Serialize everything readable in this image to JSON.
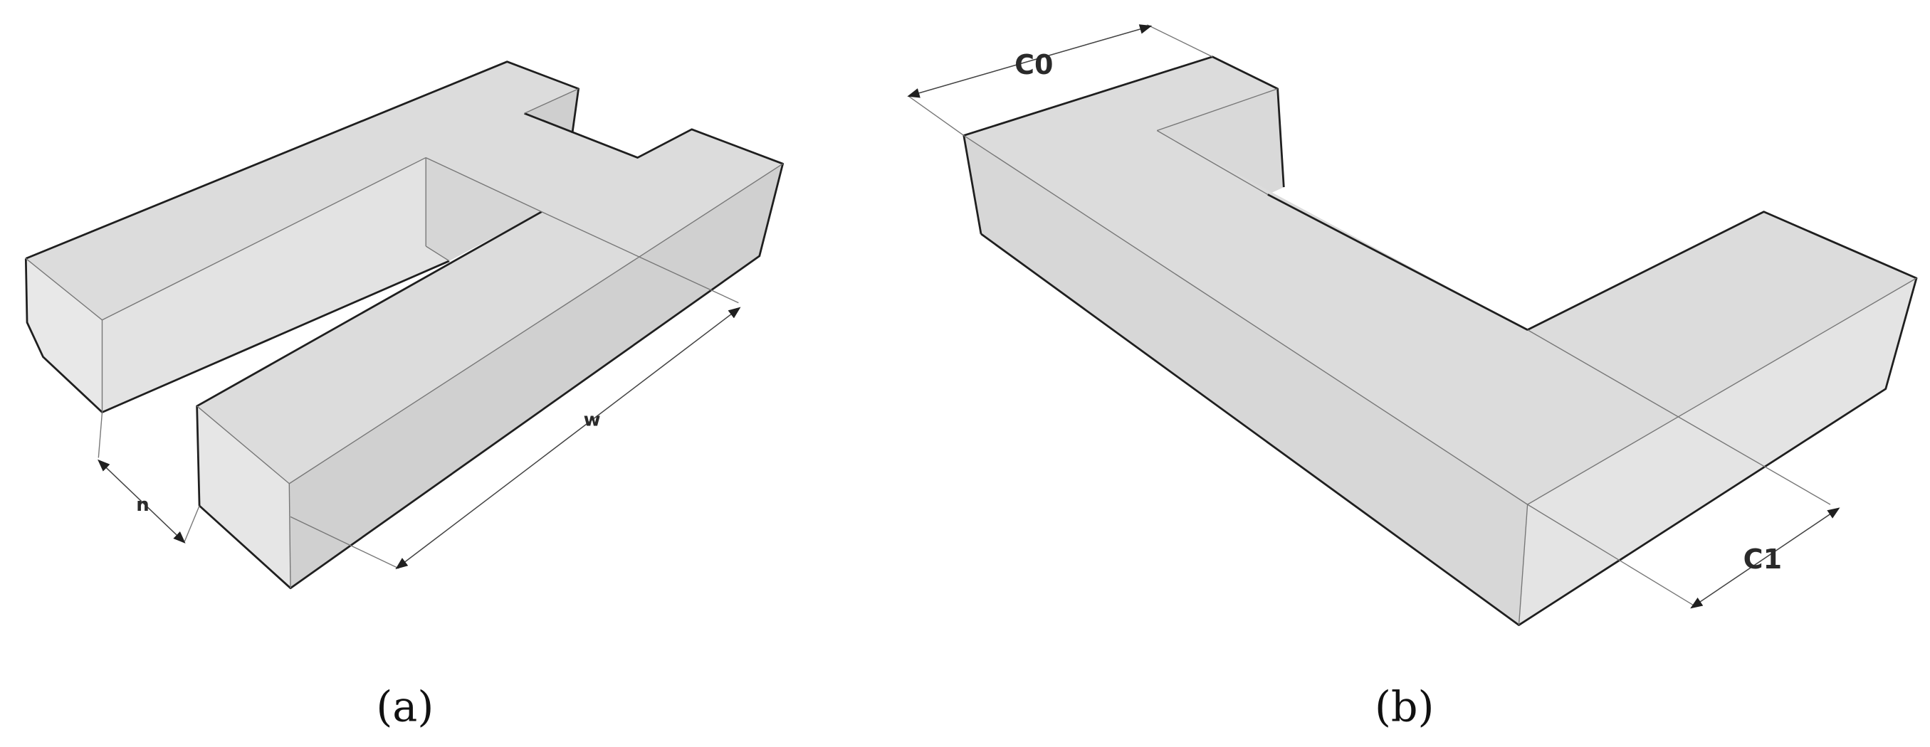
{
  "figure": {
    "panel_a": {
      "caption": "(a)",
      "labels": {
        "n": "n",
        "w": "w"
      }
    },
    "panel_b": {
      "caption": "(b)",
      "labels": {
        "c0": "C0",
        "c1": "C1"
      }
    }
  },
  "colors": {
    "top_face": "#dedede",
    "left_face": "#e9e9e9",
    "right_face": "#d2d2d2",
    "edge": "#1f1f1f",
    "thin_line": "#777777"
  }
}
